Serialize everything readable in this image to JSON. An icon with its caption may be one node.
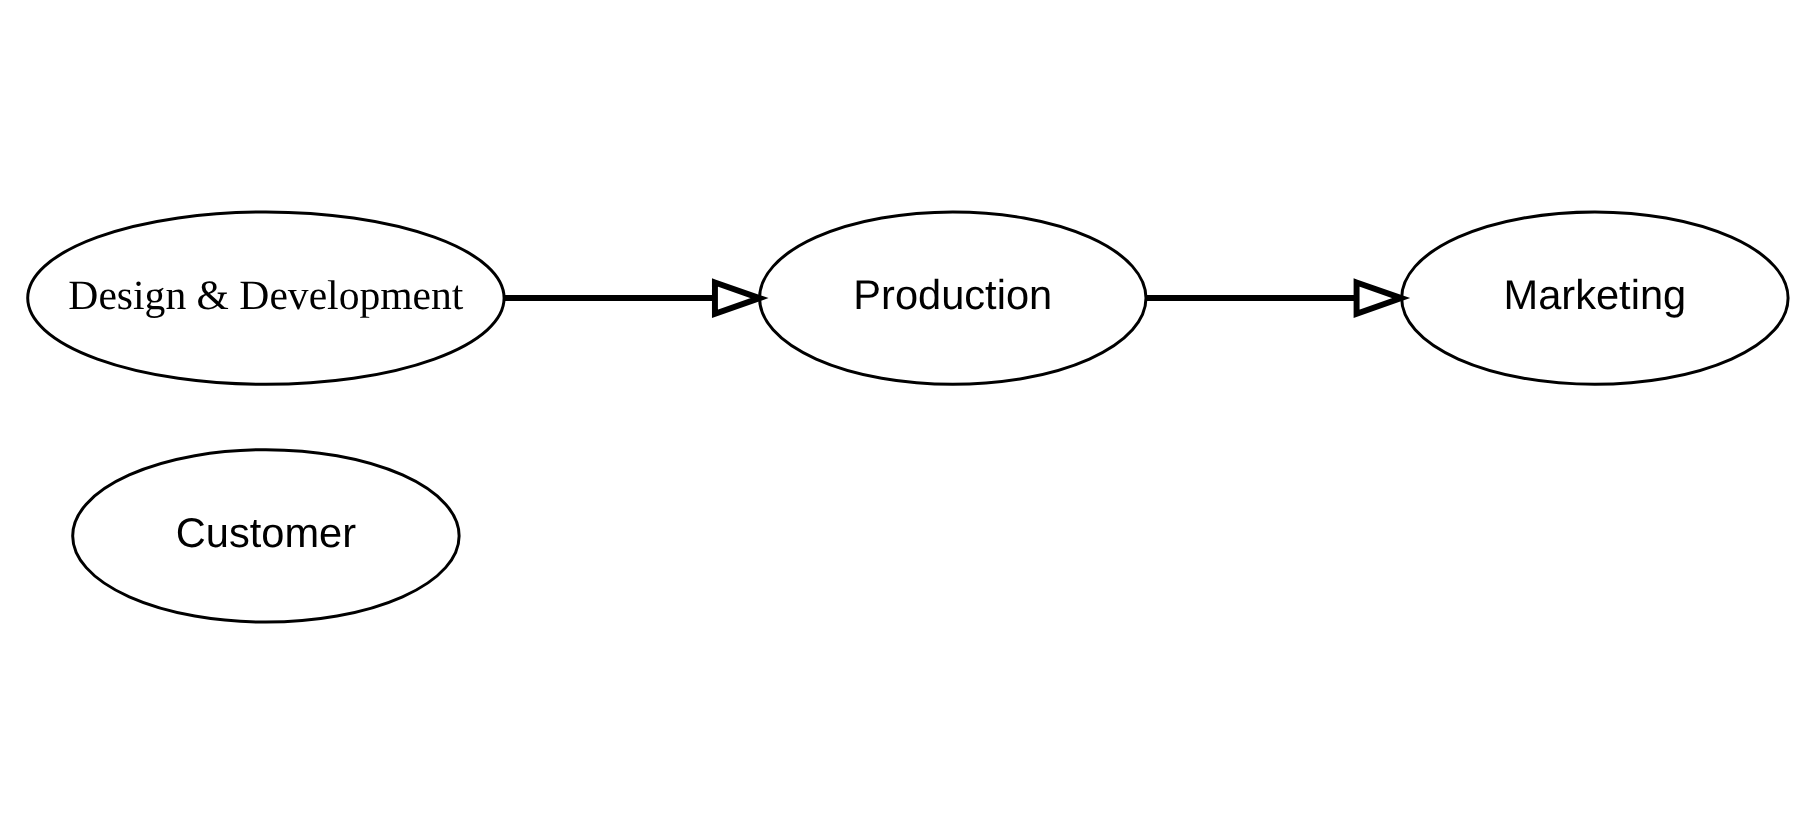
{
  "diagram": {
    "nodes": [
      {
        "text": [
          "Customer"
        ]
      },
      {
        "text": [
          "Design & Development"
        ]
      },
      {
        "text": [
          "Marketing"
        ]
      },
      {
        "text": [
          "Production"
        ]
      }
    ],
    "edges": [
      {
        "from": 1,
        "to": 3,
        "arrow": "to"
      },
      {
        "from": 3,
        "to": 2,
        "arrow": "to"
      }
    ]
  }
}
